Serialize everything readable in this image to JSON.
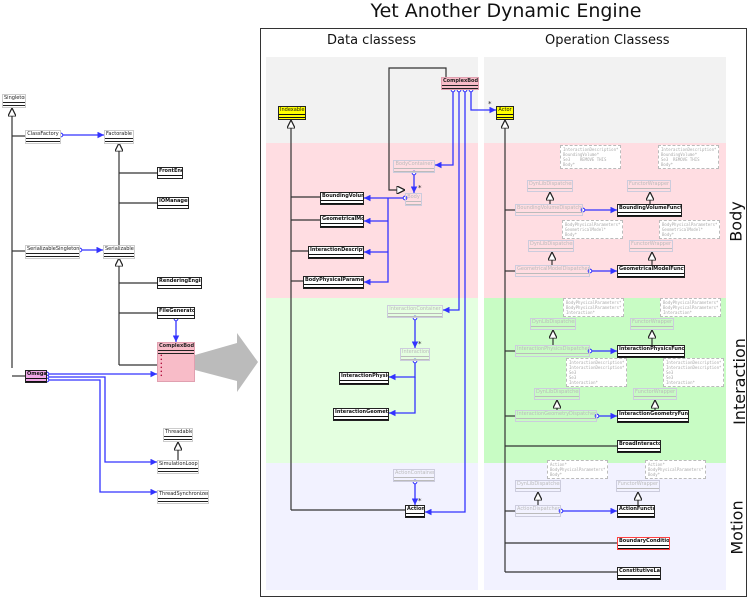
{
  "title": "Yet Another Dynamic Engine",
  "columns": {
    "data": "Data classess",
    "operation": "Operation Classess"
  },
  "sections": {
    "body": "Body",
    "interaction": "Interaction",
    "motion": "Motion"
  },
  "colors": {
    "gray_region": "#f2f2f2",
    "body_region": "#ffdde2",
    "interaction_left": "#e4ffe0",
    "interaction_right": "#c8fcc4",
    "motion_region": "#f2f2ff",
    "association": "#3333ff",
    "complexbody": "#f8bcc8",
    "indexable": "#ffff00",
    "omega": "#f0a8e8",
    "boundary": "#ff4040"
  },
  "classes": [
    {
      "id": "singleton",
      "label": "Singleton",
      "style": "plain"
    },
    {
      "id": "classfactory",
      "label": "ClassFactory",
      "style": "plain"
    },
    {
      "id": "factorable",
      "label": "Factorable",
      "style": "plain"
    },
    {
      "id": "frontend",
      "label": "FrontEnd",
      "style": "bold"
    },
    {
      "id": "iomanager",
      "label": "IOManager",
      "style": "bold"
    },
    {
      "id": "serializablesingleton",
      "label": "SerializableSingleton",
      "style": "plain"
    },
    {
      "id": "serializable",
      "label": "Serializable",
      "style": "plain"
    },
    {
      "id": "renderingengine",
      "label": "RenderingEngine",
      "style": "bold"
    },
    {
      "id": "filegenerator",
      "label": "FileGenerator",
      "style": "bold"
    },
    {
      "id": "complexbody-left",
      "label": "ComplexBody",
      "style": "pink"
    },
    {
      "id": "omega",
      "label": "Omega",
      "style": "purple"
    },
    {
      "id": "threadable",
      "label": "Threadable",
      "style": "plain"
    },
    {
      "id": "simulationloop",
      "label": "SimulationLoop",
      "style": "plain"
    },
    {
      "id": "threadsynchronizer",
      "label": "ThreadSynchronizer",
      "style": "plain"
    },
    {
      "id": "complexbody",
      "label": "ComplexBody",
      "style": "pink"
    },
    {
      "id": "indexable",
      "label": "Indexable",
      "style": "yellow"
    },
    {
      "id": "actor",
      "label": "Actor",
      "style": "yellow"
    },
    {
      "id": "bodycontainer",
      "label": "BodyContainer",
      "style": "faded"
    },
    {
      "id": "body",
      "label": "Body",
      "style": "faded"
    },
    {
      "id": "boundingvolume",
      "label": "BoundingVolume",
      "style": "bold"
    },
    {
      "id": "geometricalmodel",
      "label": "GeometricalModel",
      "style": "bold"
    },
    {
      "id": "interactiondescription",
      "label": "InteractionDescription",
      "style": "bold"
    },
    {
      "id": "bodyphysicalparameters",
      "label": "BodyPhysicalParameters",
      "style": "bold"
    },
    {
      "id": "interactioncontainer",
      "label": "InteractionContainer",
      "style": "faded"
    },
    {
      "id": "interaction",
      "label": "Interaction",
      "style": "faded"
    },
    {
      "id": "interactionphysics",
      "label": "InteractionPhysics",
      "style": "bold"
    },
    {
      "id": "interactiongeometry",
      "label": "InteractionGeometry",
      "style": "bold"
    },
    {
      "id": "actioncontainer",
      "label": "ActionContainer",
      "style": "faded"
    },
    {
      "id": "action",
      "label": "Action",
      "style": "bold"
    },
    {
      "id": "dyn1",
      "label": "DynLibDispatcher",
      "style": "faded"
    },
    {
      "id": "bvdispatcher",
      "label": "BoundingVolumeDispatcher",
      "style": "faded"
    },
    {
      "id": "fw1",
      "label": "FunctorWrapper",
      "style": "faded"
    },
    {
      "id": "bvfunctor",
      "label": "BoundingVolumeFunctor",
      "style": "bold"
    },
    {
      "id": "dyn2",
      "label": "DynLibDispatcher",
      "style": "faded"
    },
    {
      "id": "gmdispatcher",
      "label": "GeometricalModelDispatcher",
      "style": "faded"
    },
    {
      "id": "fw2",
      "label": "FunctorWrapper",
      "style": "faded"
    },
    {
      "id": "gmfunctor",
      "label": "GeometricalModelFunctor",
      "style": "bold"
    },
    {
      "id": "dyn3",
      "label": "DynLibDispatcher",
      "style": "faded"
    },
    {
      "id": "ipdispatcher",
      "label": "InteractionPhysicsDispatcher",
      "style": "faded"
    },
    {
      "id": "fw3",
      "label": "FunctorWrapper",
      "style": "faded"
    },
    {
      "id": "ipfunctor",
      "label": "InteractionPhysicsFunctor",
      "style": "bold"
    },
    {
      "id": "dyn4",
      "label": "DynLibDispatcher",
      "style": "faded"
    },
    {
      "id": "igdispatcher",
      "label": "InteractionGeometryDispatcher",
      "style": "faded"
    },
    {
      "id": "fw4",
      "label": "FunctorWrapper",
      "style": "faded"
    },
    {
      "id": "igfunctor",
      "label": "InteractionGeometryFunctor",
      "style": "bold"
    },
    {
      "id": "broadinteractor",
      "label": "BroadInteractor",
      "style": "bold"
    },
    {
      "id": "dyn5",
      "label": "DynLibDispatcher",
      "style": "faded"
    },
    {
      "id": "actiondispatcher",
      "label": "ActionDispatcher",
      "style": "faded"
    },
    {
      "id": "fw5",
      "label": "FunctorWrapper",
      "style": "faded"
    },
    {
      "id": "actionfunctor",
      "label": "ActionFunctor",
      "style": "bold"
    },
    {
      "id": "boundaryconditions",
      "label": "BoundaryConditions",
      "style": "red"
    },
    {
      "id": "constitutivelaw",
      "label": "ConstitutiveLaw",
      "style": "bold"
    }
  ],
  "notes": [
    {
      "id": "n1a",
      "text": "InteractionDescription*\nBoundingVolume*\nSe3    REMOVE THIS\nBody*"
    },
    {
      "id": "n1b",
      "text": "InteractionDescription*\nBoundingVolume*\nSe3  REMOVE THIS\nBody*"
    },
    {
      "id": "n2a",
      "text": "BodyPhysicalParameters*\nGeometricalModel*\nBody*"
    },
    {
      "id": "n2b",
      "text": "BodyPhysicalParameters*\nGeometricalModel*\nBody*"
    },
    {
      "id": "n3a",
      "text": "BodyPhysicalParameters*\nBodyPhysicalParameters*\nInteraction*"
    },
    {
      "id": "n3b",
      "text": "BodyPhysicalParameters*\nBodyPhysicalParameters*\nInteraction*"
    },
    {
      "id": "n4a",
      "text": "InteractionDescription*\nInteractionDescription*\nSe3\nSe3\nInteraction*"
    },
    {
      "id": "n4b",
      "text": "InteractionDescription*\nInteractionDescription*\nSe3\nSe3\nInteraction*"
    },
    {
      "id": "n5a",
      "text": "Action*\nBodyPhysicalParameters*\nBody*"
    },
    {
      "id": "n5b",
      "text": "Action*\nBodyPhysicalParameters*\nBody*"
    }
  ],
  "multiplicity": "*"
}
